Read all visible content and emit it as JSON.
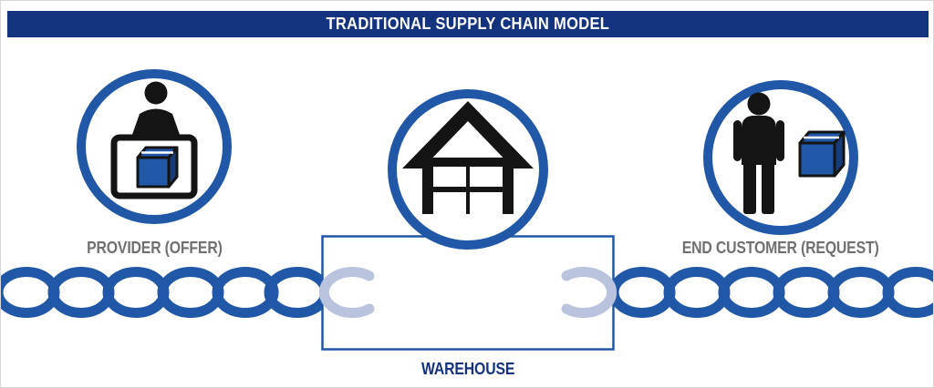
{
  "title": "TRADITIONAL SUPPLY CHAIN MODEL",
  "nodes": {
    "provider": {
      "label": "PROVIDER (OFFER)",
      "icon": "provider-offer-icon"
    },
    "warehouse": {
      "label": "WAREHOUSE",
      "icon": "warehouse-icon"
    },
    "end_customer": {
      "label": "END CUSTOMER (REQUEST)",
      "icon": "end-customer-request-icon"
    }
  },
  "chain": {
    "icon": "chain-links-icon",
    "broken_at": "warehouse",
    "left_link_count": 6,
    "right_link_count": 6
  },
  "colors": {
    "navy": "#14337f",
    "chain_blue": "#2057a7",
    "broken_link": "#b9c3de",
    "label_gray": "#707070",
    "icon_black": "#141414",
    "box_blue": "#2057a7",
    "box_blue_dark": "#163d7a"
  }
}
